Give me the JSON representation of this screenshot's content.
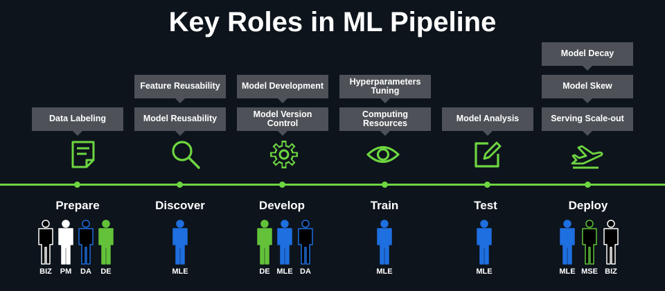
{
  "title": "Key Roles in ML Pipeline",
  "colors": {
    "accent_green": "#6ed640",
    "box_gray": "#4e5258",
    "role_blue": "#1e6fe0",
    "role_green": "#63c23a",
    "role_white": "#ffffff",
    "role_black": "#000000"
  },
  "stages": [
    {
      "name": "Prepare",
      "icon": "document-icon",
      "boxes": [
        "Data Labeling"
      ],
      "roles": [
        {
          "label": "BIZ",
          "color": "black"
        },
        {
          "label": "PM",
          "color": "white"
        },
        {
          "label": "DA",
          "color": "black-blue"
        },
        {
          "label": "DE",
          "color": "green"
        }
      ]
    },
    {
      "name": "Discover",
      "icon": "search-icon",
      "boxes": [
        "Feature Reusability",
        "Model Reusability"
      ],
      "roles": [
        {
          "label": "MLE",
          "color": "blue"
        }
      ]
    },
    {
      "name": "Develop",
      "icon": "gear-icon",
      "boxes": [
        "Model Development",
        "Model Version Control"
      ],
      "roles": [
        {
          "label": "DE",
          "color": "green"
        },
        {
          "label": "MLE",
          "color": "blue"
        },
        {
          "label": "DA",
          "color": "black-blue"
        }
      ]
    },
    {
      "name": "Train",
      "icon": "eye-icon",
      "boxes": [
        "Hyperparameters Tuning",
        "Computing Resources"
      ],
      "roles": [
        {
          "label": "MLE",
          "color": "blue"
        }
      ]
    },
    {
      "name": "Test",
      "icon": "edit-icon",
      "boxes": [
        "Model Analysis"
      ],
      "roles": [
        {
          "label": "MLE",
          "color": "blue"
        }
      ]
    },
    {
      "name": "Deploy",
      "icon": "airplane-icon",
      "boxes": [
        "Model Decay",
        "Model Skew",
        "Serving Scale-out"
      ],
      "roles": [
        {
          "label": "MLE",
          "color": "blue"
        },
        {
          "label": "MSE",
          "color": "black-green"
        },
        {
          "label": "BIZ",
          "color": "black"
        }
      ]
    }
  ]
}
